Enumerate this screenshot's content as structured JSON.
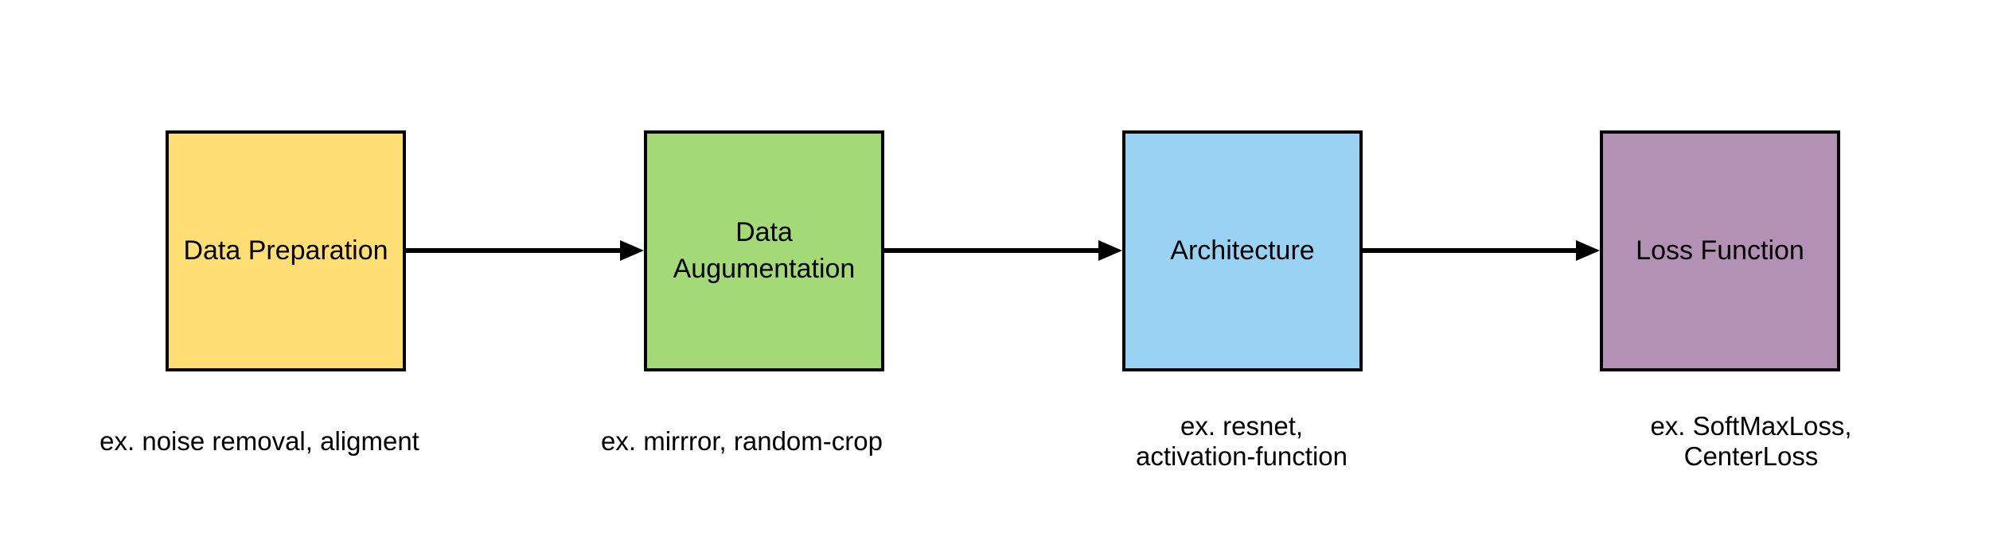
{
  "diagram": {
    "background": "#ffffff",
    "stroke_color": "#000000",
    "stages": [
      {
        "label": "Data Preparation",
        "caption": "ex. noise removal, aligment",
        "fill": "#ffde73"
      },
      {
        "label": "Data Augumentation",
        "caption": "ex. mirrror, random-crop",
        "fill": "#a3d977"
      },
      {
        "label": "Architecture",
        "caption": "ex. resnet,\nactivation-function",
        "fill": "#99d2f2"
      },
      {
        "label": "Loss Function",
        "caption": "ex. SoftMaxLoss,\nCenterLoss",
        "fill": "#b391b5"
      }
    ],
    "connectors": [
      {
        "icon": "arrow-right-icon",
        "color": "#000000"
      },
      {
        "icon": "arrow-right-icon",
        "color": "#000000"
      },
      {
        "icon": "arrow-right-icon",
        "color": "#000000"
      }
    ]
  }
}
